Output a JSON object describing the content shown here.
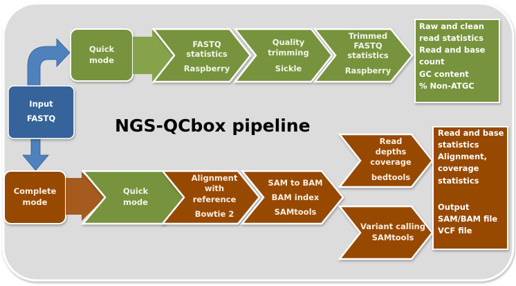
{
  "title": "NGS-QCbox pipeline",
  "colors": {
    "green": "#77933c",
    "brown": "#974806",
    "blue": "#3a6ea5",
    "panel": "#dcdcdc"
  },
  "input": {
    "lines": [
      "Input",
      "FASTQ"
    ]
  },
  "quick_row": {
    "mode": {
      "lines": [
        "Quick",
        "mode"
      ]
    },
    "steps": [
      {
        "lines": [
          "FASTQ",
          "statistics"
        ],
        "tool": "Raspberry"
      },
      {
        "lines": [
          "Quality",
          "trimming"
        ],
        "tool": "Sickle"
      },
      {
        "lines": [
          "Trimmed",
          "FASTQ",
          "statistics"
        ],
        "tool": "Raspberry"
      }
    ],
    "output": [
      "Raw  and clean",
      "read statistics",
      "Read and base",
      "count",
      "GC content",
      "% Non-ATGC"
    ]
  },
  "complete_row": {
    "mode": {
      "lines": [
        "Complete",
        "mode"
      ]
    },
    "quick_step": {
      "lines": [
        "Quick",
        "mode"
      ]
    },
    "steps": [
      {
        "lines": [
          "Alignment",
          "with",
          "reference"
        ],
        "tool": "Bowtie 2"
      },
      {
        "lines": [
          "SAM to BAM",
          "BAM index"
        ],
        "tool": "SAMtools"
      }
    ],
    "branches": [
      {
        "lines": [
          "Read",
          "depths",
          "coverage"
        ],
        "tool": "bedtools"
      },
      {
        "lines": [
          "Variant calling"
        ],
        "tool": "SAMtools"
      }
    ],
    "output": [
      "Read and base",
      "statistics",
      "Alignment,",
      "coverage",
      "statistics",
      "",
      "Output",
      "SAM/BAM file",
      "VCF file"
    ]
  }
}
